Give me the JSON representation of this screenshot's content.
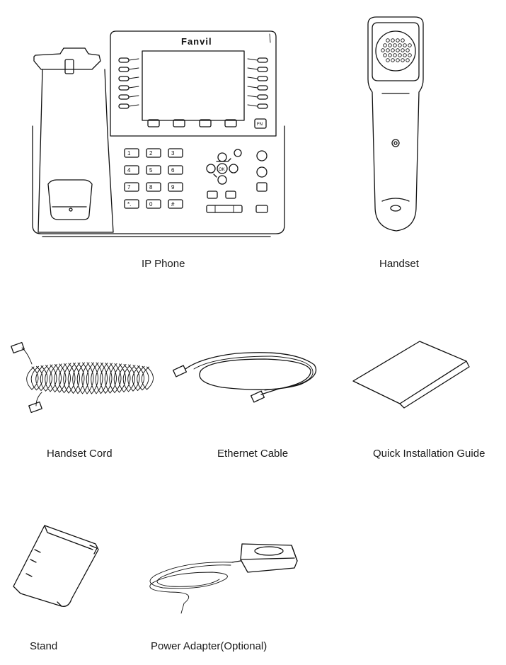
{
  "brand": "Fanvil",
  "items": [
    {
      "id": "ip_phone",
      "label": "IP Phone"
    },
    {
      "id": "handset",
      "label": "Handset"
    },
    {
      "id": "handset_cord",
      "label": "Handset Cord"
    },
    {
      "id": "ethernet_cable",
      "label": "Ethernet Cable"
    },
    {
      "id": "quick_guide",
      "label": "Quick Installation Guide"
    },
    {
      "id": "stand",
      "label": "Stand"
    },
    {
      "id": "power_adapter",
      "label": "Power Adapter(Optional)"
    }
  ],
  "keypad": [
    "1",
    "2",
    "3",
    "4",
    "5",
    "6",
    "7",
    "8",
    "9",
    "*.",
    "0",
    "#"
  ],
  "fn_key": "FN",
  "ok_key": "OK"
}
